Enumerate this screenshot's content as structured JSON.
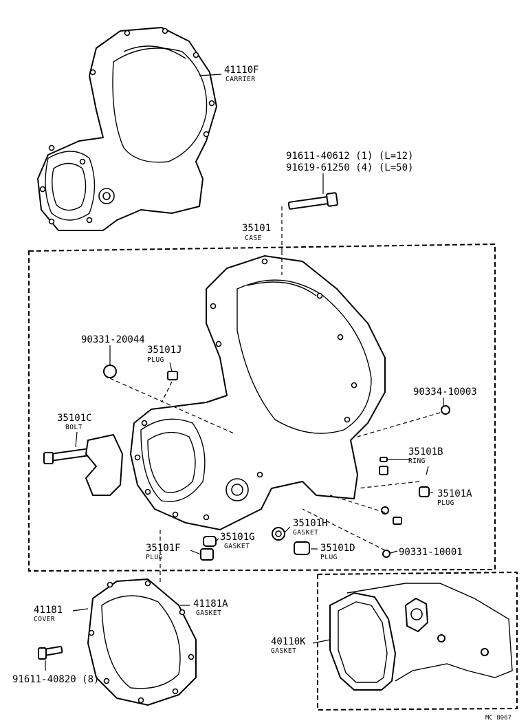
{
  "parts": {
    "carrier": {
      "number": "41110F",
      "name": "CARRIER"
    },
    "bolt_spec_1": {
      "text": "91611-40612 (1) (L=12)"
    },
    "bolt_spec_2": {
      "text": "91619-61250 (4) (L=50)"
    },
    "case": {
      "number": "35101",
      "name": "CASE"
    },
    "part_90331_20044": {
      "number": "90331-20044"
    },
    "plug_j": {
      "number": "35101J",
      "name": "PLUG"
    },
    "part_90334_10003": {
      "number": "90334-10003"
    },
    "bolt_c": {
      "number": "35101C",
      "name": "BOLT"
    },
    "ring_b": {
      "number": "35101B",
      "name": "RING"
    },
    "plug_a": {
      "number": "35101A",
      "name": "PLUG"
    },
    "gasket_h": {
      "number": "35101H",
      "name": "GASKET"
    },
    "gasket_g": {
      "number": "35101G",
      "name": "GASKET"
    },
    "plug_f": {
      "number": "35101F",
      "name": "PLUG"
    },
    "plug_d": {
      "number": "35101D",
      "name": "PLUG"
    },
    "part_90331_10001": {
      "number": "90331-10001"
    },
    "cover": {
      "number": "41181",
      "name": "COVER"
    },
    "gasket_181a": {
      "number": "41181A",
      "name": "GASKET"
    },
    "gasket_110k": {
      "number": "40110K",
      "name": "GASKET"
    },
    "bolt_cover": {
      "text": "91611-40820 (8)"
    }
  },
  "figure_code": "MC 8067"
}
